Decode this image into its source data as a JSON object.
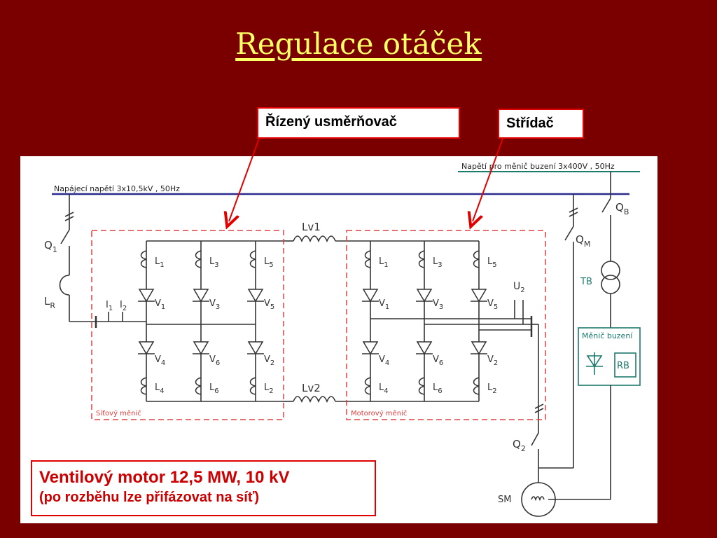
{
  "slide": {
    "title": "Regulace otáček"
  },
  "callouts": {
    "rectifier": "Řízený usměrňovač",
    "inverter": "Střídač"
  },
  "motor_note": {
    "line1": "Ventilový motor 12,5 MW, 10 kV",
    "line2": "(po rozběhu lze přifázovat na síť)"
  },
  "diagram": {
    "supply_label": "Napájecí napětí 3x10,5kV , 50Hz",
    "excitation_supply_label": "Napětí pro měnič buzení 3x400V , 50Hz",
    "q1": "Q",
    "q1_sub": "1",
    "lr": "L",
    "lr_sub": "R",
    "i1": "I",
    "i1_sub": "1",
    "i2": "I",
    "i2_sub": "2",
    "lv1": "Lv1",
    "lv2": "Lv2",
    "u2": "U",
    "u2_sub": "2",
    "qb": "Q",
    "qb_sub": "B",
    "qm": "Q",
    "qm_sub": "M",
    "q2": "Q",
    "q2_sub": "2",
    "tb": "TB",
    "exciter_label": "Měnič buzení",
    "rb": "RB",
    "sm": "SM",
    "grid_converter": "Síťový měnič",
    "motor_converter": "Motorový měnič",
    "left_L": [
      "1",
      "3",
      "5",
      "4",
      "6",
      "2"
    ],
    "left_V": [
      "1",
      "3",
      "5",
      "4",
      "6",
      "2"
    ],
    "right_L": [
      "1",
      "3",
      "5",
      "4",
      "6",
      "2"
    ],
    "right_V": [
      "1",
      "3",
      "5",
      "4",
      "6",
      "2"
    ],
    "L": "L",
    "V": "V"
  },
  "colors": {
    "background": "#7a0000",
    "title": "#ffff66",
    "callout_border": "#e00000",
    "supply_bus": "#2b2b8f",
    "excitation_bus": "#1d7a6e",
    "dashed_box": "#e04040",
    "motor_text": "#cc0000"
  }
}
